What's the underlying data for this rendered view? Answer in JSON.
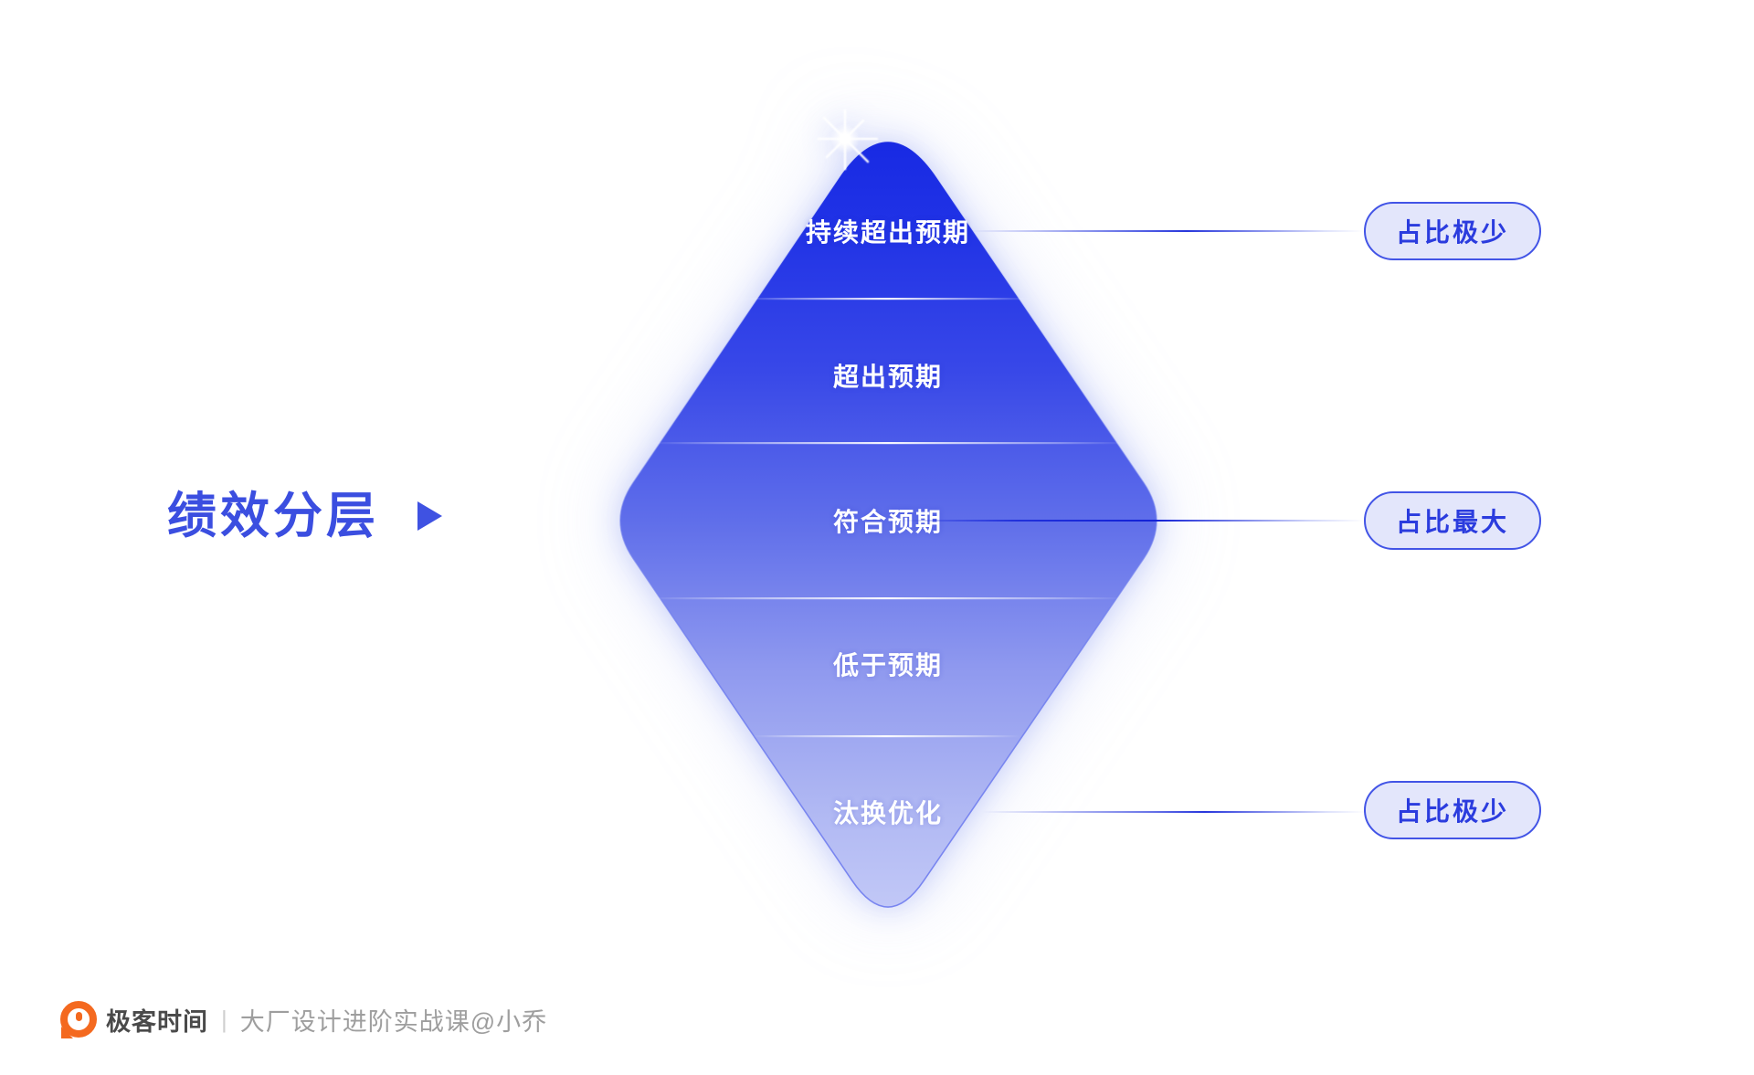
{
  "title": {
    "text": "绩效分层"
  },
  "diamond": {
    "tiers": [
      {
        "label": "持续超出预期"
      },
      {
        "label": "超出预期"
      },
      {
        "label": "符合预期"
      },
      {
        "label": "低于预期"
      },
      {
        "label": "汰换优化"
      }
    ]
  },
  "pills": [
    {
      "label": "占比极少"
    },
    {
      "label": "占比最大"
    },
    {
      "label": "占比极少"
    }
  ],
  "footer": {
    "brand": "极客时间",
    "separator": "|",
    "course": "大厂设计进阶实战课@小乔"
  },
  "colors": {
    "accent_blue": "#3B4EE0",
    "diamond_top": "#1426E2",
    "diamond_middle": "#5F6EEA",
    "diamond_bottom": "#C6CCF8",
    "pill_background": "#E3E6FB",
    "pill_border": "#4254E6",
    "pill_text": "#2B3CDE",
    "logo_orange": "#F4691F"
  }
}
